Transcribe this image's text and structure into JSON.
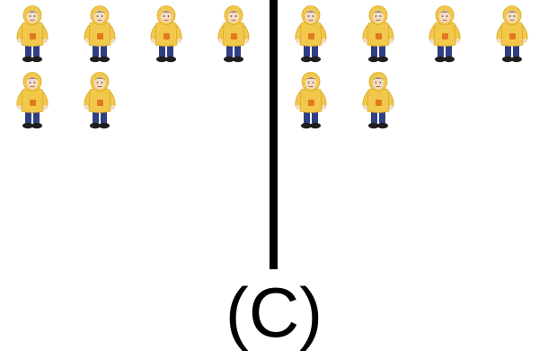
{
  "caption": "(C)",
  "groups": [
    {
      "name": "left",
      "count": 6
    },
    {
      "name": "right",
      "count": 6
    }
  ],
  "figure_icon": "person-in-yellow-raincoat-icon",
  "colors": {
    "coat": "#f2c84b",
    "coat_shadow": "#d9a92e",
    "pants": "#2f3f86",
    "shoes": "#1e1e1e",
    "pocket": "#e07a1f",
    "skin": "#f4dcc4",
    "hair": "#3a2b1f",
    "divider": "#000000"
  }
}
